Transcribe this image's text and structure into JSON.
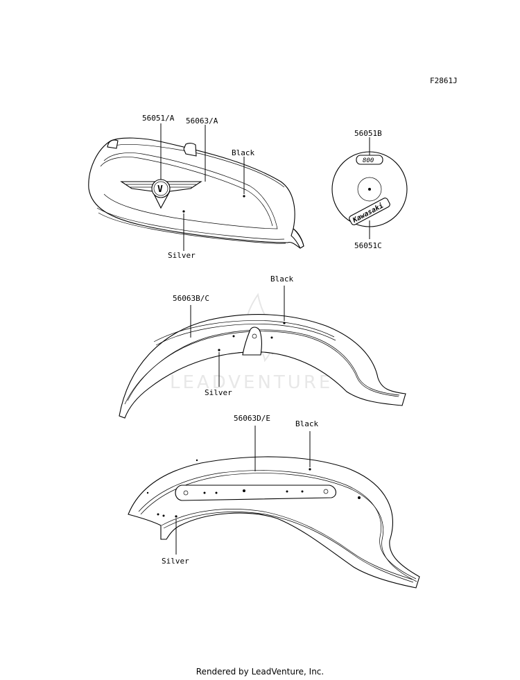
{
  "diagram_code": "F2861J",
  "labels": {
    "tank_emblem": "56051/A",
    "tank_stripe": "56063/A",
    "tank_black": "Black",
    "tank_silver": "Silver",
    "cover_top": "56051B",
    "cover_bottom": "56051C",
    "front_fender": "56063B/C",
    "front_black": "Black",
    "front_silver": "Silver",
    "rear_fender": "56063D/E",
    "rear_black": "Black",
    "rear_silver": "Silver"
  },
  "decal_text": {
    "cover_top_text": "800",
    "cover_bottom_text": "Kawasaki",
    "emblem_letter": "V"
  },
  "watermark": "LEADVENTURE",
  "footer": "Rendered by LeadVenture, Inc."
}
